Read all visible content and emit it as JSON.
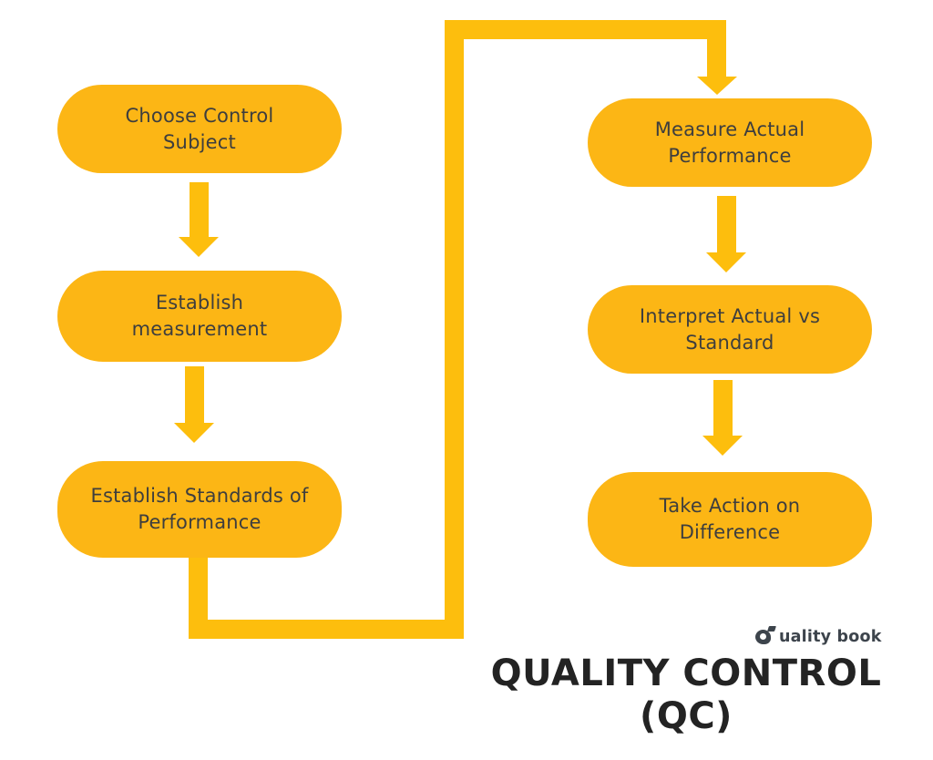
{
  "title": {
    "line1": "QUALITY CONTROL",
    "line2": "(QC)"
  },
  "logo": {
    "icon": "quality-book-q-mark",
    "text": "uality book"
  },
  "flowchart": {
    "left_column": [
      {
        "line1": "Choose Control",
        "line2": "Subject"
      },
      {
        "line1": "Establish",
        "line2": "measurement"
      },
      {
        "line1": "Establish Standards of",
        "line2": "Performance"
      }
    ],
    "right_column": [
      {
        "line1": "Measure Actual",
        "line2": "Performance"
      },
      {
        "line1": "Interpret Actual vs",
        "line2": "Standard"
      },
      {
        "line1": "Take Action on",
        "line2": "Difference"
      }
    ]
  },
  "colors": {
    "node_fill": "#FCB615",
    "connector": "#FDBE0D",
    "node_text": "#3E3E3E",
    "title_text": "#232323",
    "logo_text": "#3D444C",
    "background": "#FFFFFF"
  }
}
